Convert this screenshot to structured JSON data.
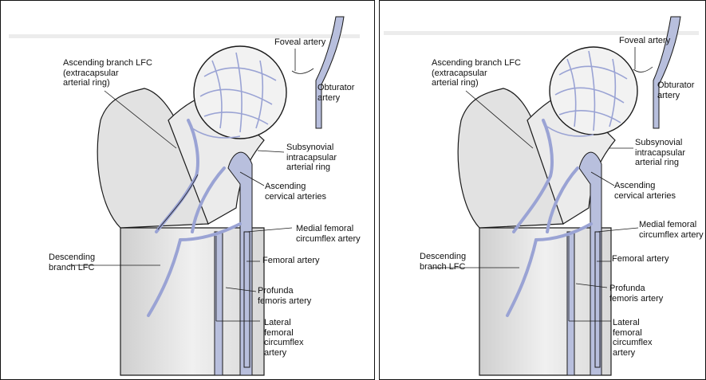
{
  "labels": {
    "foveal": "Foveal artery",
    "obturator": "Obturator\nartery",
    "ascending_branch": "Ascending branch LFC\n(extracapsular\narterial ring)",
    "subsynovial": "Subsynovial\nintracapsular\narterial ring",
    "ascending_cervical": "Ascending\ncervical arteries",
    "medial_femoral": "Medial femoral\ncircumflex artery",
    "descending": "Descending\nbranch LFC",
    "femoral": "Femoral artery",
    "profunda": "Profunda\nfemoris artery",
    "lateral_femoral": "Lateral\nfemoral\ncircumflex\nartery"
  },
  "colors": {
    "artery_fill": "#b8bfdd",
    "vessel_line": "#9aa3d4",
    "outline": "#1a1a1a",
    "bone_shade": "#d6d6d6"
  }
}
